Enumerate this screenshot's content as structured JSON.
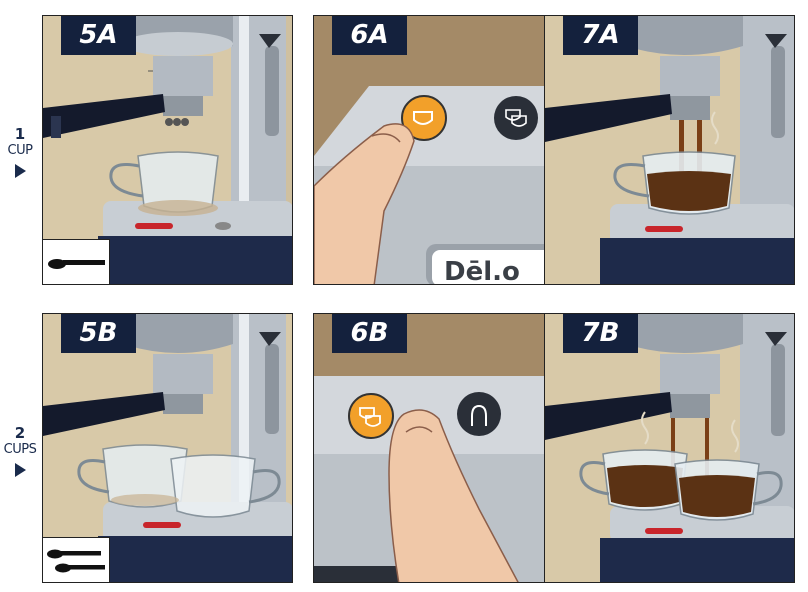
{
  "rows": [
    {
      "num": "1",
      "word": "CUP"
    },
    {
      "num": "2",
      "word": "CUPS"
    }
  ],
  "steps": {
    "s5a": "5A",
    "s6a": "6A",
    "s7a": "7A",
    "s5b": "5B",
    "s6b": "6B",
    "s7b": "7B"
  },
  "brand_fragment": "Dēl.o",
  "colors": {
    "step_badge": "#14213d",
    "button_orange": "#f2a02a",
    "coffee": "#5b3214",
    "machine_base": "#1e2a4a",
    "background_tan": "#d8c9a8"
  },
  "icons": [
    "one-cup-icon",
    "two-cups-icon",
    "steam-icon",
    "single-scoop-icon",
    "double-scoop-icon"
  ]
}
